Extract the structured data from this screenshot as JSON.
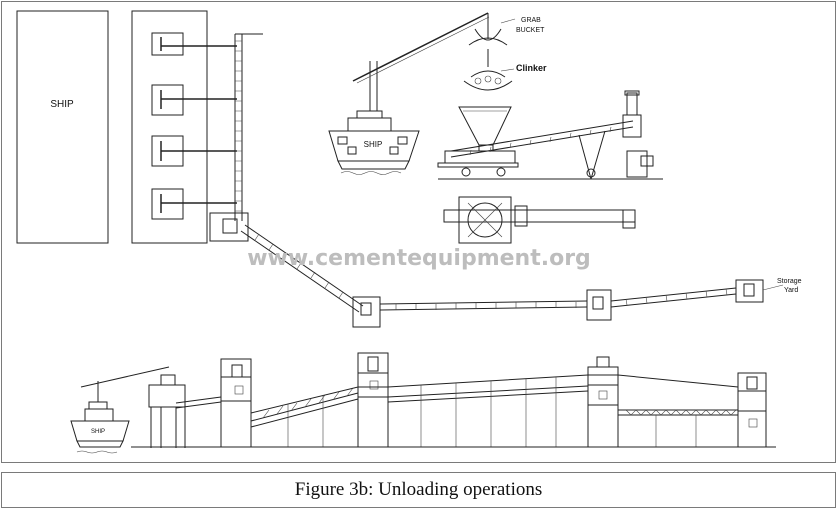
{
  "figure": {
    "caption": "Figure 3b: Unloading operations",
    "watermark": "www.cementequipment.org"
  },
  "labels": {
    "ship_plan": "SHIP",
    "ship_side": "SHIP",
    "ship_small": "SHIP",
    "grab_line1": "GRAB",
    "grab_line2": "BUCKET",
    "clinker": "Clinker",
    "storage_line1": "Storage",
    "storage_line2": "Yard"
  },
  "colors": {
    "line": "#222222",
    "frame": "#7a7a7a",
    "watermark": "#bdbdbd"
  }
}
